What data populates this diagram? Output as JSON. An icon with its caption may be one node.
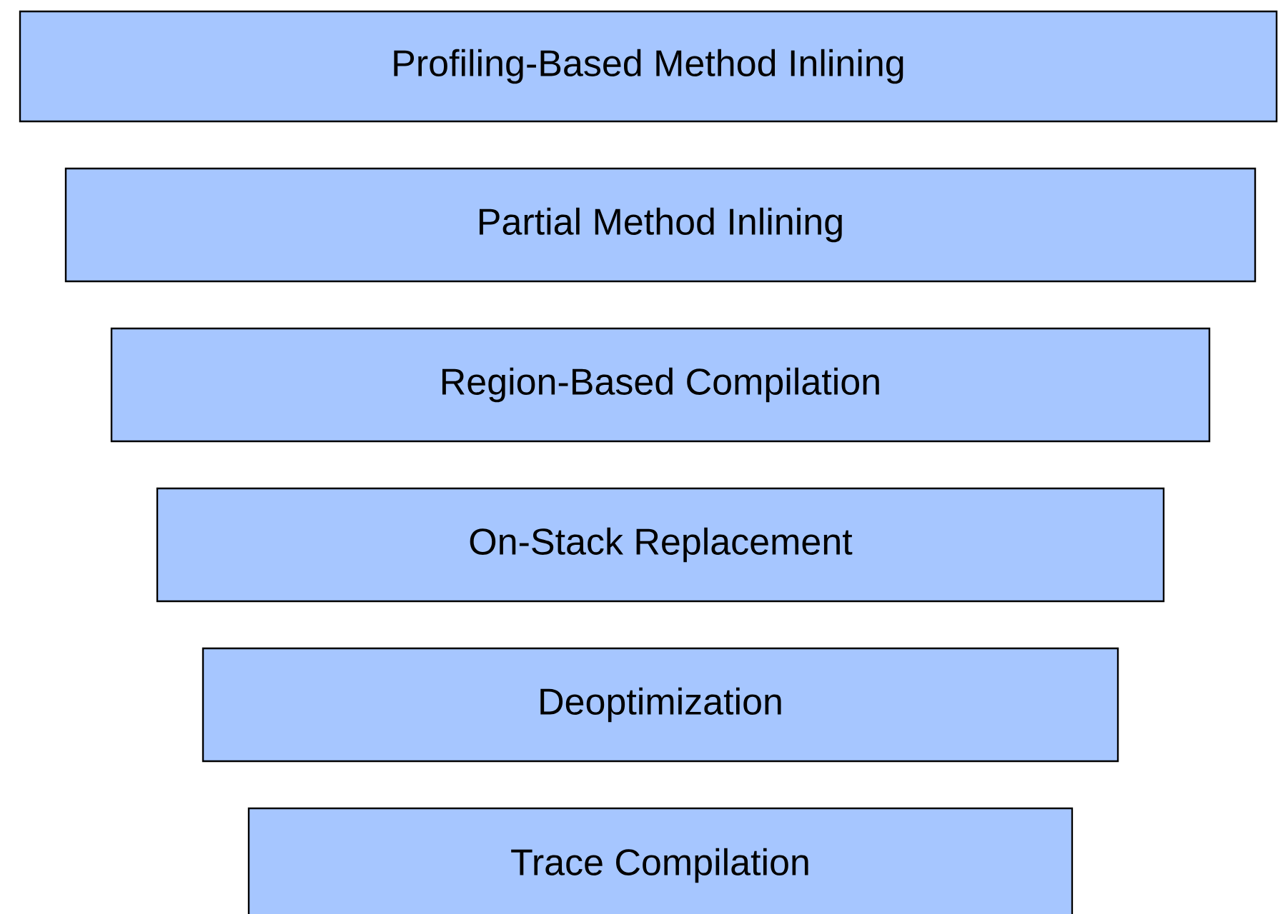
{
  "diagram": {
    "nodes": [
      {
        "text": [
          "Profiling-Based Method Inlining"
        ]
      },
      {
        "text": [
          "Partial Method Inlining"
        ]
      },
      {
        "text": [
          "Region-Based Compilation"
        ]
      },
      {
        "text": [
          "On-Stack Replacement"
        ]
      },
      {
        "text": [
          "Deoptimization"
        ]
      },
      {
        "text": [
          "Trace Compilation"
        ]
      }
    ]
  }
}
